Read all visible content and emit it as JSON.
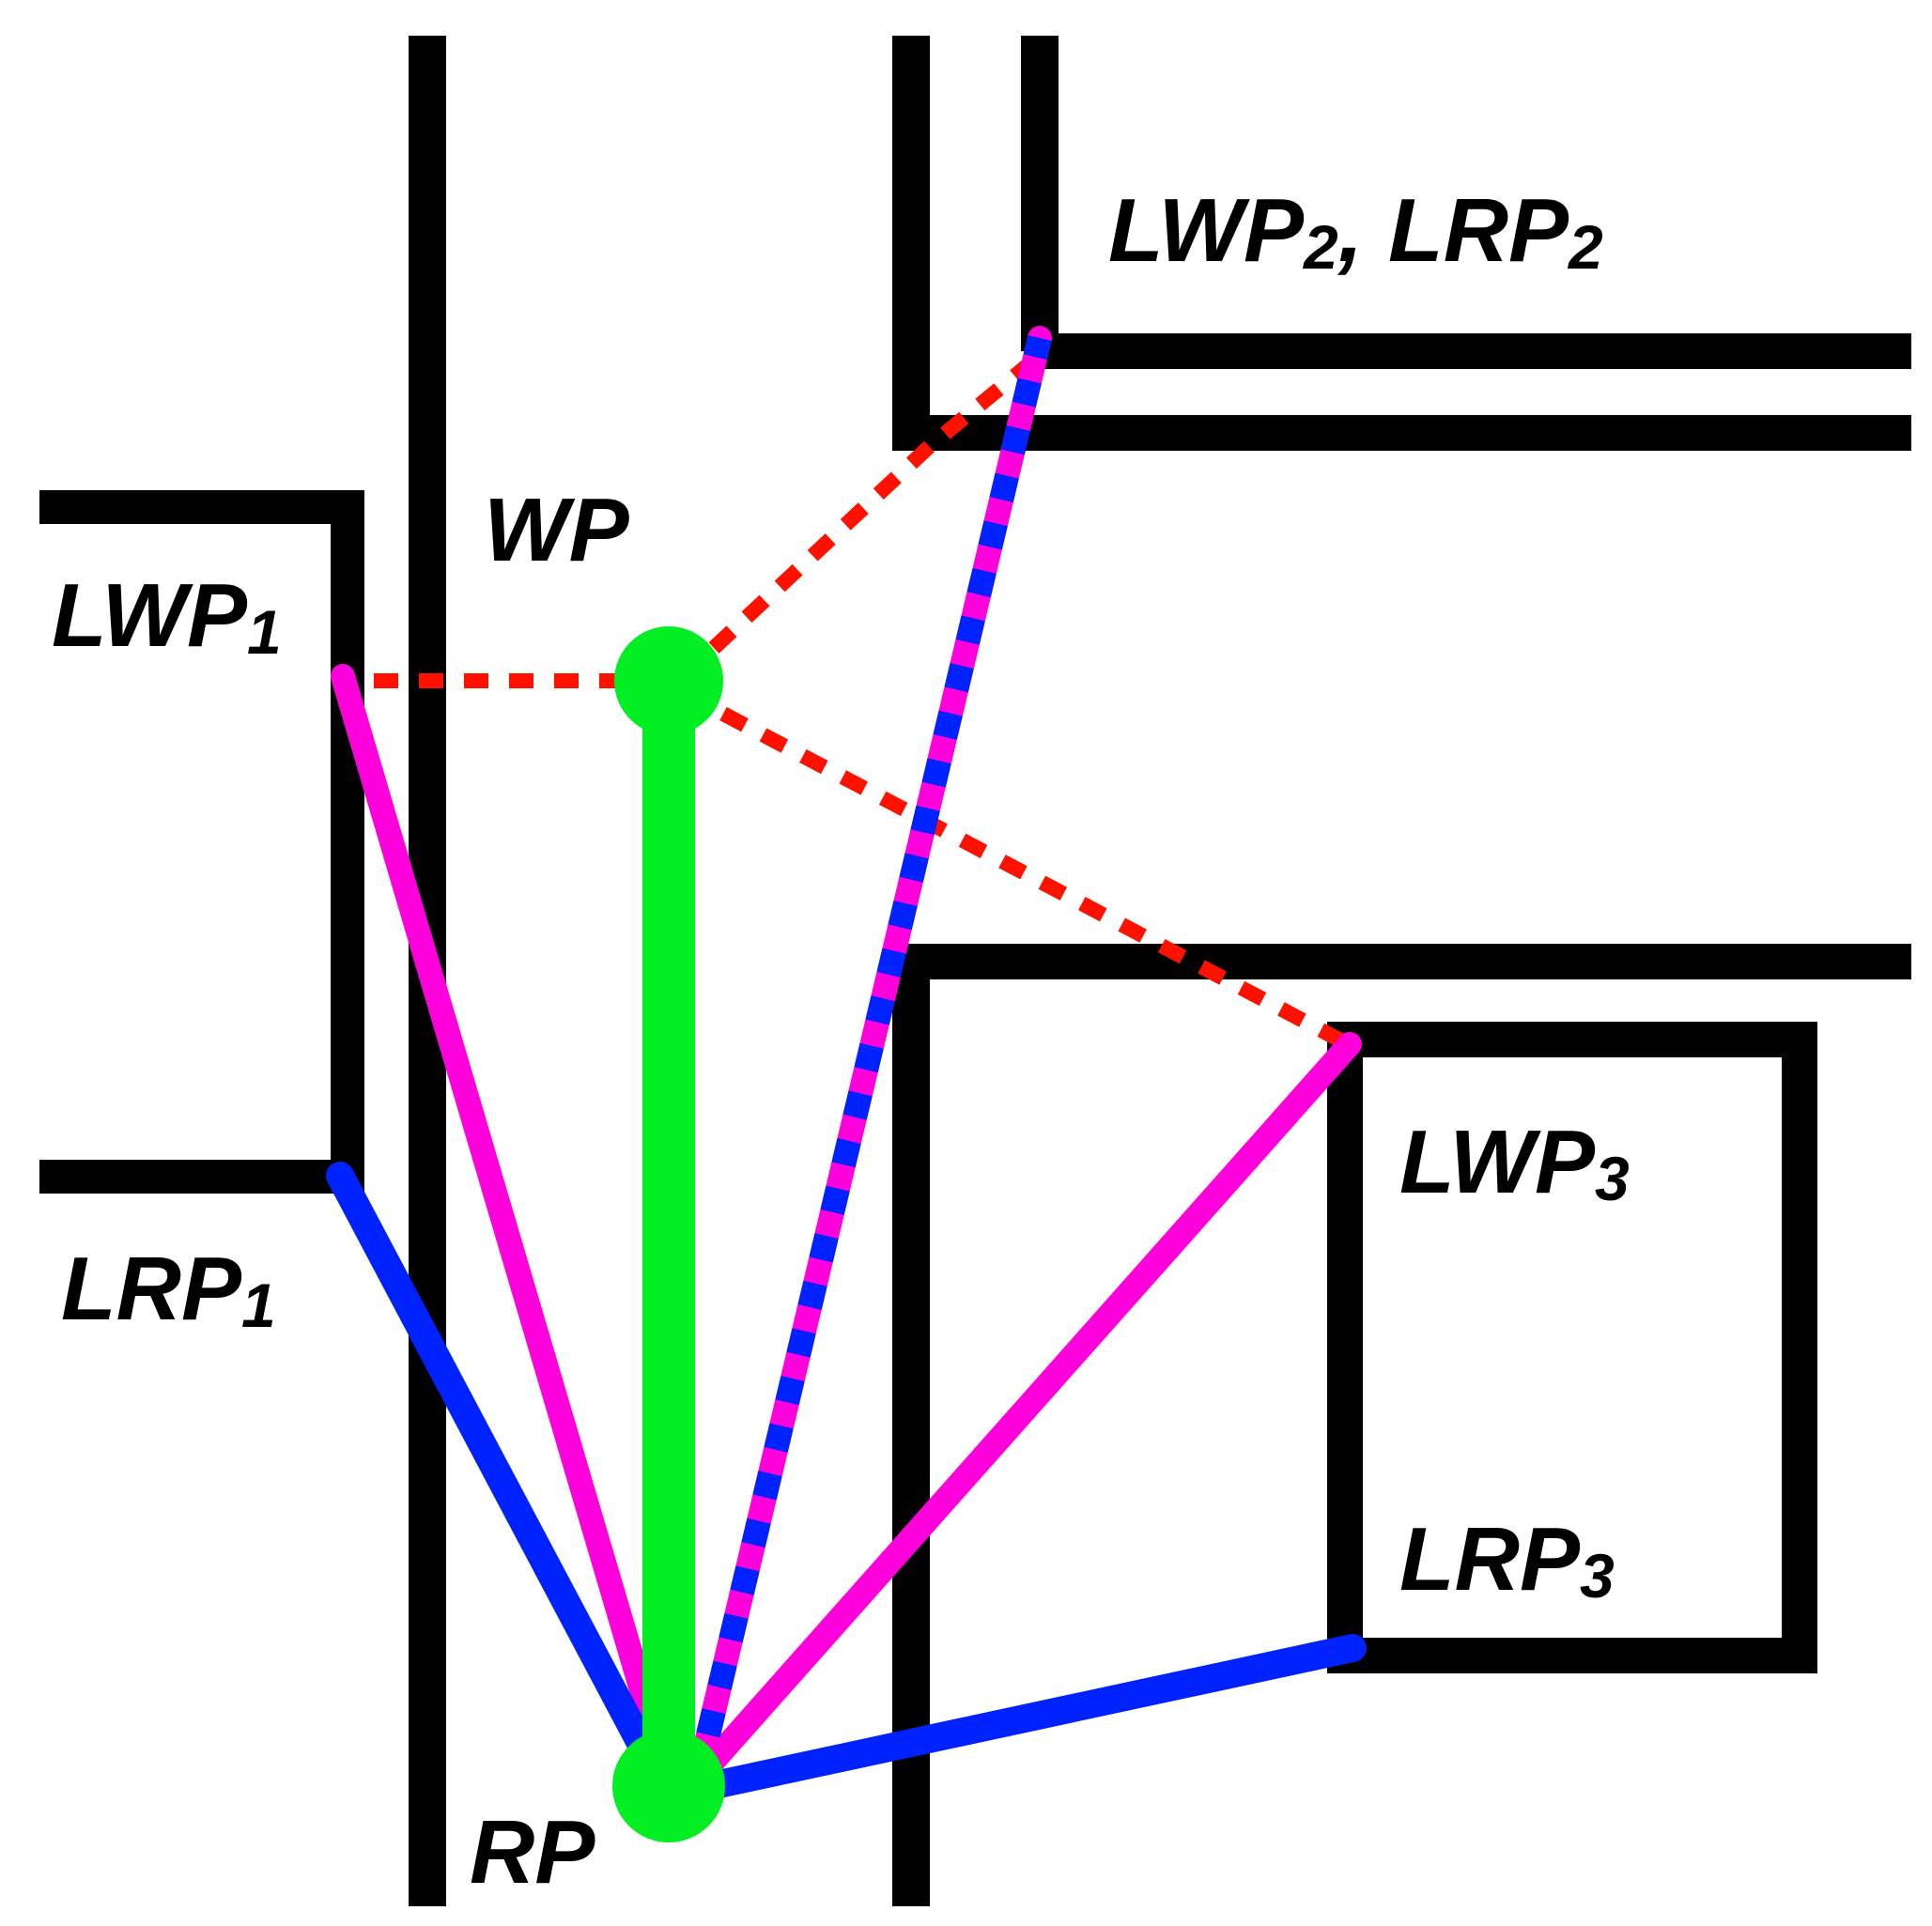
{
  "colors": {
    "background": "#ffffff",
    "wall": "#000000",
    "reference_point": "#00ee22",
    "lrp_line": "#0022ff",
    "lwp_line": "#ff00dd",
    "wp_link": "#ff1100"
  },
  "labels": {
    "wp": "WP",
    "rp": "RP",
    "lwp1_main": "LWP",
    "lwp1_sub": "1",
    "lrp1_main": "LRP",
    "lrp1_sub": "1",
    "lwp2_main": "LWP",
    "lwp2_sub": "2",
    "lwp2_sep": ", ",
    "lrp2_main": "LRP",
    "lrp2_sub": "2",
    "lwp3_main": "LWP",
    "lwp3_sub": "3",
    "lrp3_main": "LRP",
    "lrp3_sub": "3"
  },
  "legend_semantics": {
    "points": [
      "WP",
      "RP",
      "LWP1",
      "LRP1",
      "LWP2",
      "LRP2",
      "LWP3",
      "LRP3"
    ],
    "connections": [
      {
        "from": "RP",
        "to": "WP",
        "style": "reference_point"
      },
      {
        "from": "RP",
        "to": "LWP1",
        "style": "lwp_line"
      },
      {
        "from": "RP",
        "to": "LRP1",
        "style": "lrp_line"
      },
      {
        "from": "RP",
        "to": "LWP2",
        "style": "lwp_line + lrp_line dashed"
      },
      {
        "from": "RP",
        "to": "LWP3",
        "style": "lwp_line"
      },
      {
        "from": "RP",
        "to": "LRP3",
        "style": "lrp_line"
      },
      {
        "from": "WP",
        "to": "LWP1",
        "style": "wp_link dotted"
      },
      {
        "from": "WP",
        "to": "LWP2",
        "style": "wp_link dotted"
      },
      {
        "from": "WP",
        "to": "LWP3",
        "style": "wp_link dotted"
      }
    ]
  }
}
